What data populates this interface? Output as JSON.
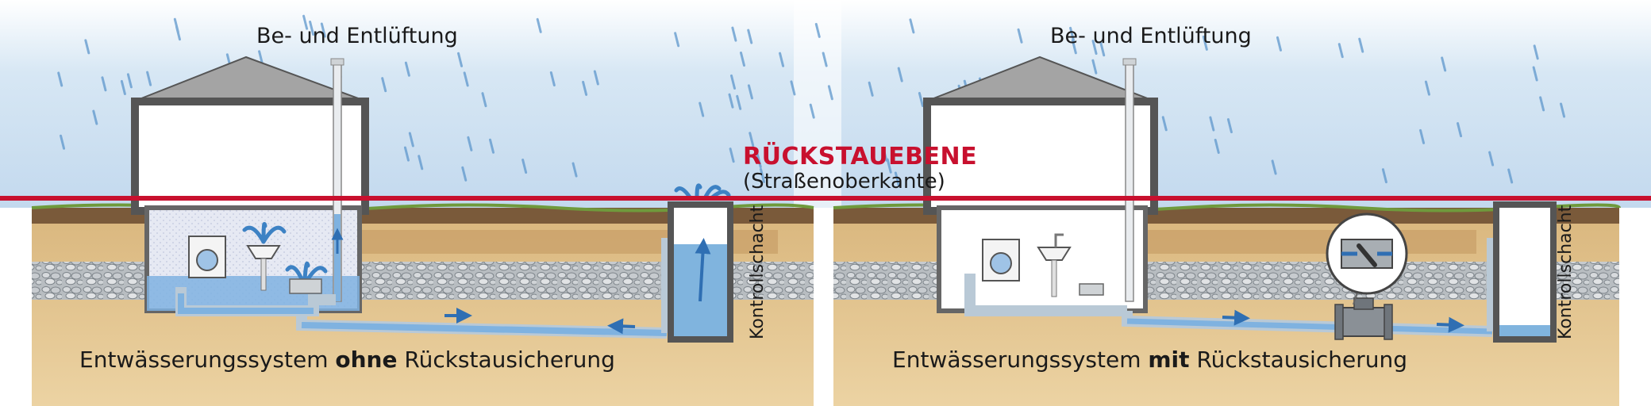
{
  "labels": {
    "ventilation_left": "Be- und Entlüftung",
    "ventilation_right": "Be- und Entlüftung",
    "backflow_level": "RÜCKSTAUEBENE",
    "backflow_level_sub": "(Straßenoberkante)",
    "inspection_shaft_left": "Kontrollschacht",
    "inspection_shaft_right": "Kontrollschacht",
    "caption_left_pre": "Entwässerungssystem ",
    "caption_left_bold": "ohne",
    "caption_left_post": " Rückstausicherung",
    "caption_right_pre": "Entwässerungssystem ",
    "caption_right_bold": "mit",
    "caption_right_post": " Rückstausicherung"
  },
  "colors": {
    "backflow_line": "#c8102e",
    "water": "#6aa7d8",
    "sky": "#c9dff0",
    "soil": "#d8b77a",
    "topsoil": "#7a5a3a",
    "gravel": "#a7adb3",
    "grass": "#6f9a3c"
  }
}
